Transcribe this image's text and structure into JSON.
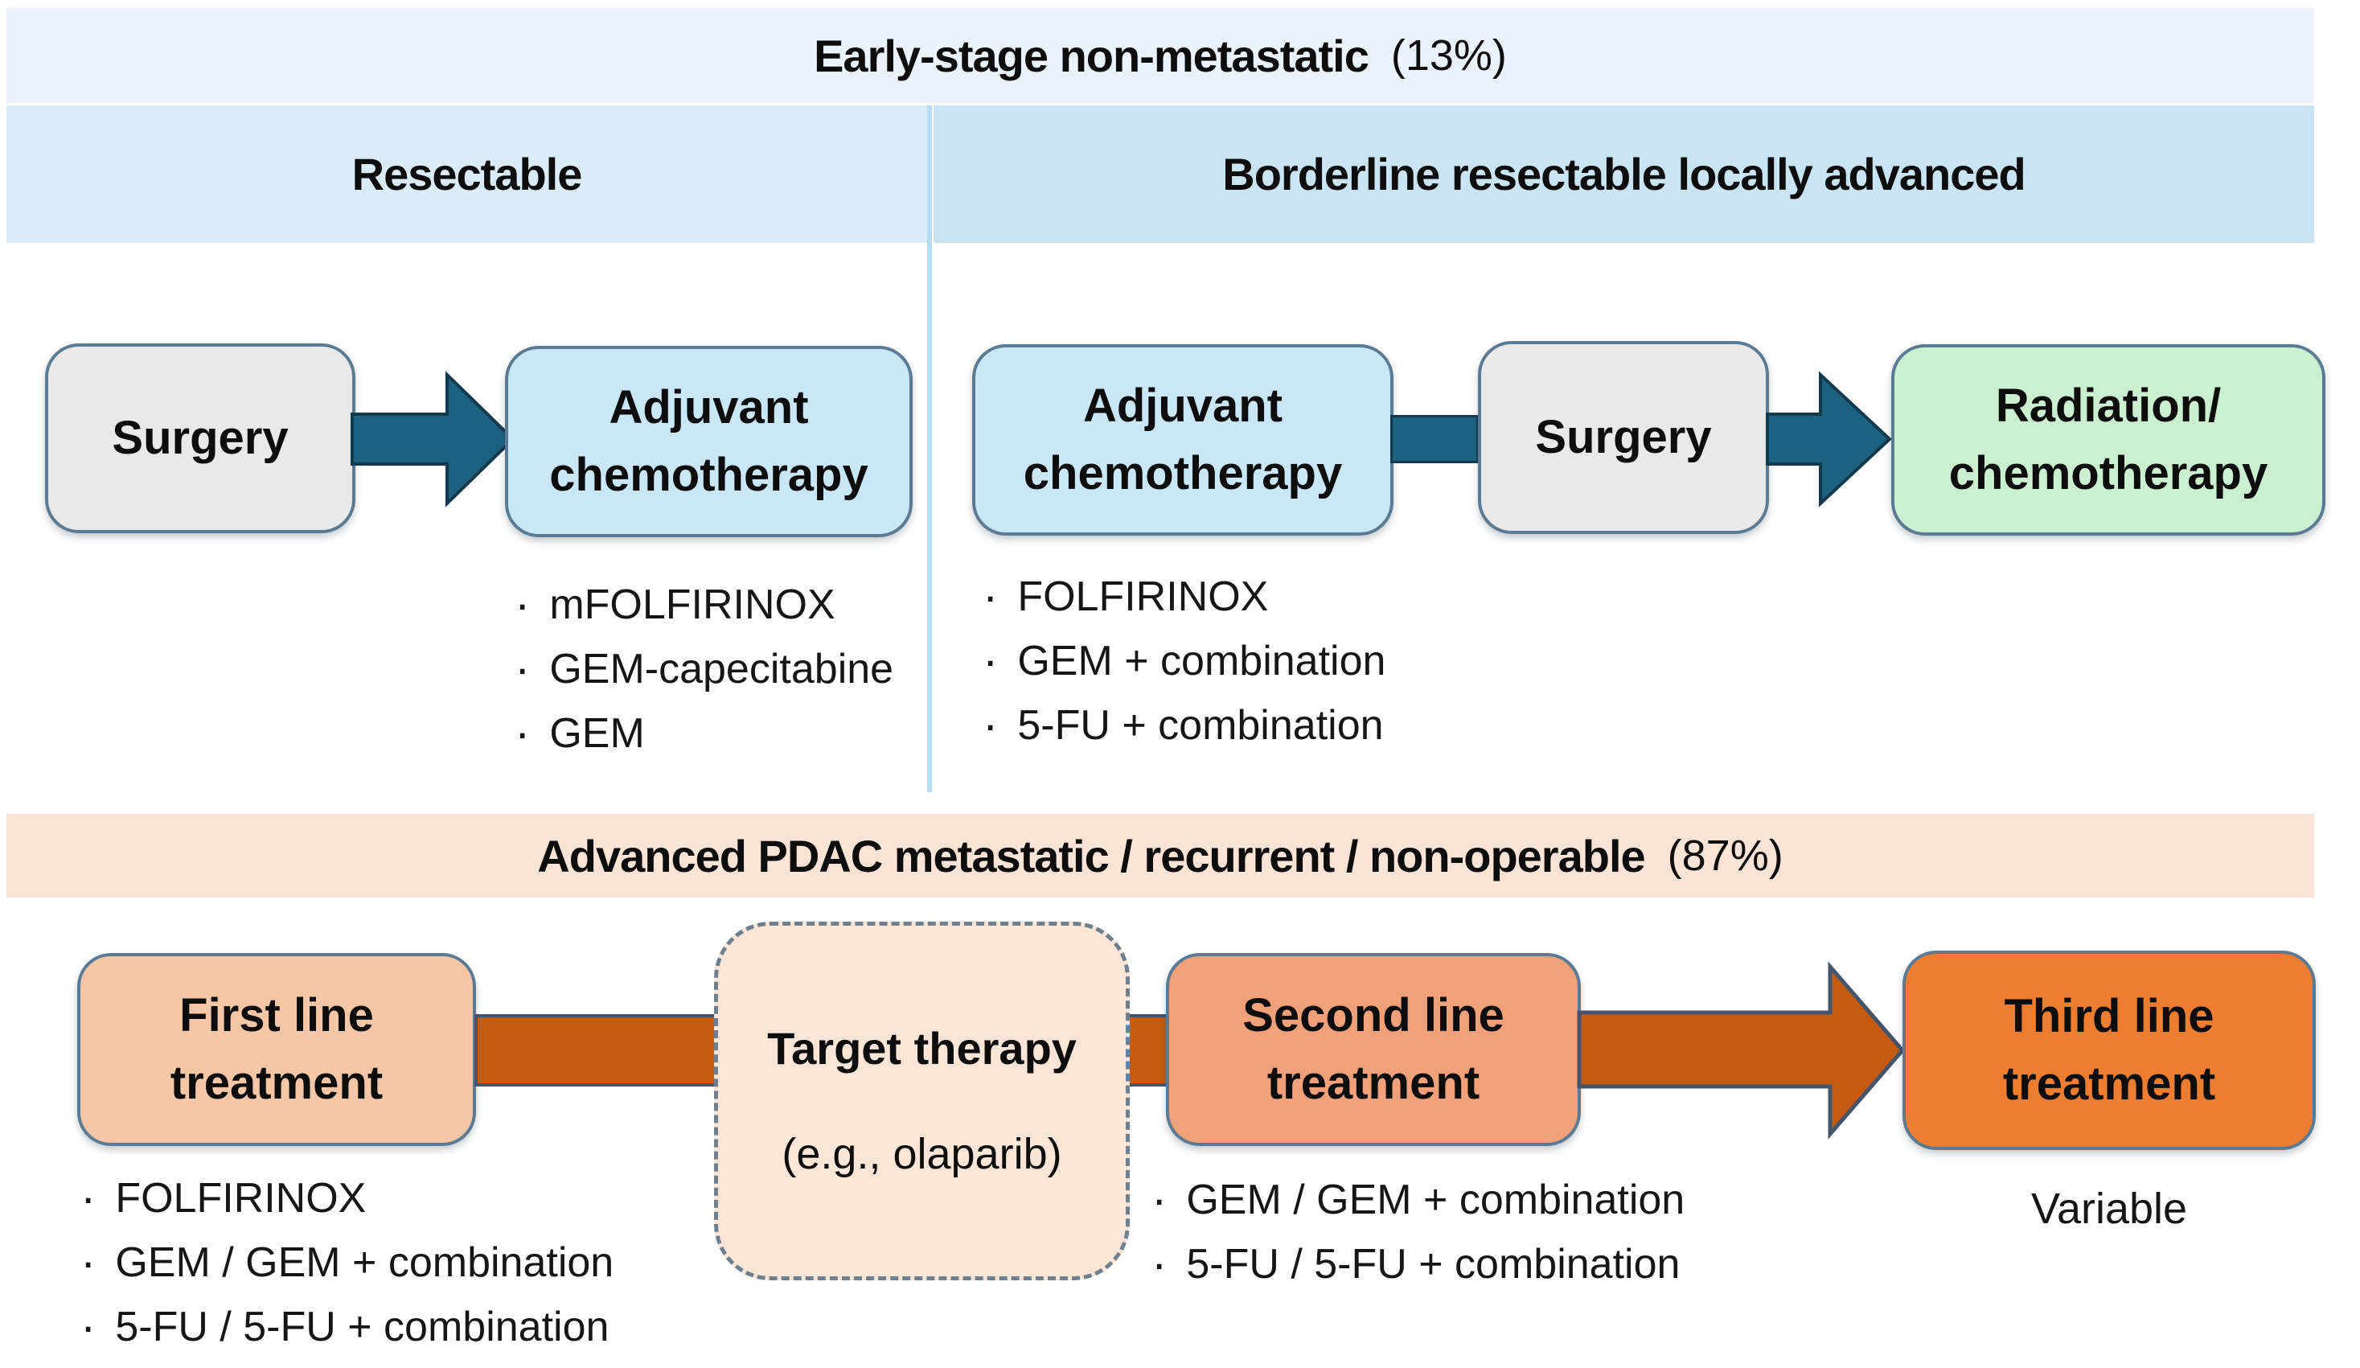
{
  "bullet_char": "·",
  "palette": {
    "band_early_bg": "#eaf3fb",
    "band_resectable_bg": "#d9ecf8",
    "band_borderline_bg": "#c9e5f4",
    "band_advanced_bg": "#fbe3d6",
    "box_gray": "#e9e9e9",
    "box_light_blue": "#c9e7f6",
    "box_green": "#cbf0cf",
    "box_salmon_light": "#f6c7a7",
    "box_salmon": "#f1a179",
    "box_orange": "#ed7d31",
    "box_peach_dashed": "#fbe5d6",
    "arrow_teal": "#1d6181",
    "arrow_teal_outline": "#123a4e",
    "arrow_orange": "#c55a11",
    "arrow_orange_outline": "#44546a",
    "node_border": "#5b7b95"
  },
  "early_section": {
    "title": "Early-stage non-metastatic",
    "percentage": "(13%)",
    "resectable": {
      "header": "Resectable",
      "steps": {
        "surgery": "Surgery",
        "adjuvant": "Adjuvant chemotherapy"
      },
      "regimens": [
        "mFOLFIRINOX",
        "GEM-capecitabine",
        "GEM"
      ]
    },
    "borderline": {
      "header": "Borderline resectable locally advanced",
      "steps": {
        "adjuvant": "Adjuvant chemotherapy",
        "surgery": "Surgery",
        "radiation": "Radiation/ chemotherapy"
      },
      "regimens": [
        "FOLFIRINOX",
        "GEM + combination",
        "5-FU + combination"
      ]
    }
  },
  "advanced_section": {
    "title": "Advanced PDAC metastatic / recurrent / non-operable",
    "percentage": "(87%)",
    "first_line": {
      "label": "First line treatment",
      "regimens": [
        "FOLFIRINOX",
        "GEM / GEM + combination",
        "5-FU / 5-FU + combination"
      ]
    },
    "target_therapy": {
      "label": "Target therapy",
      "example": "(e.g., olaparib)"
    },
    "second_line": {
      "label": "Second line treatment",
      "regimens": [
        "GEM / GEM + combination",
        "5-FU / 5-FU + combination"
      ]
    },
    "third_line": {
      "label": "Third line treatment",
      "note": "Variable"
    }
  }
}
